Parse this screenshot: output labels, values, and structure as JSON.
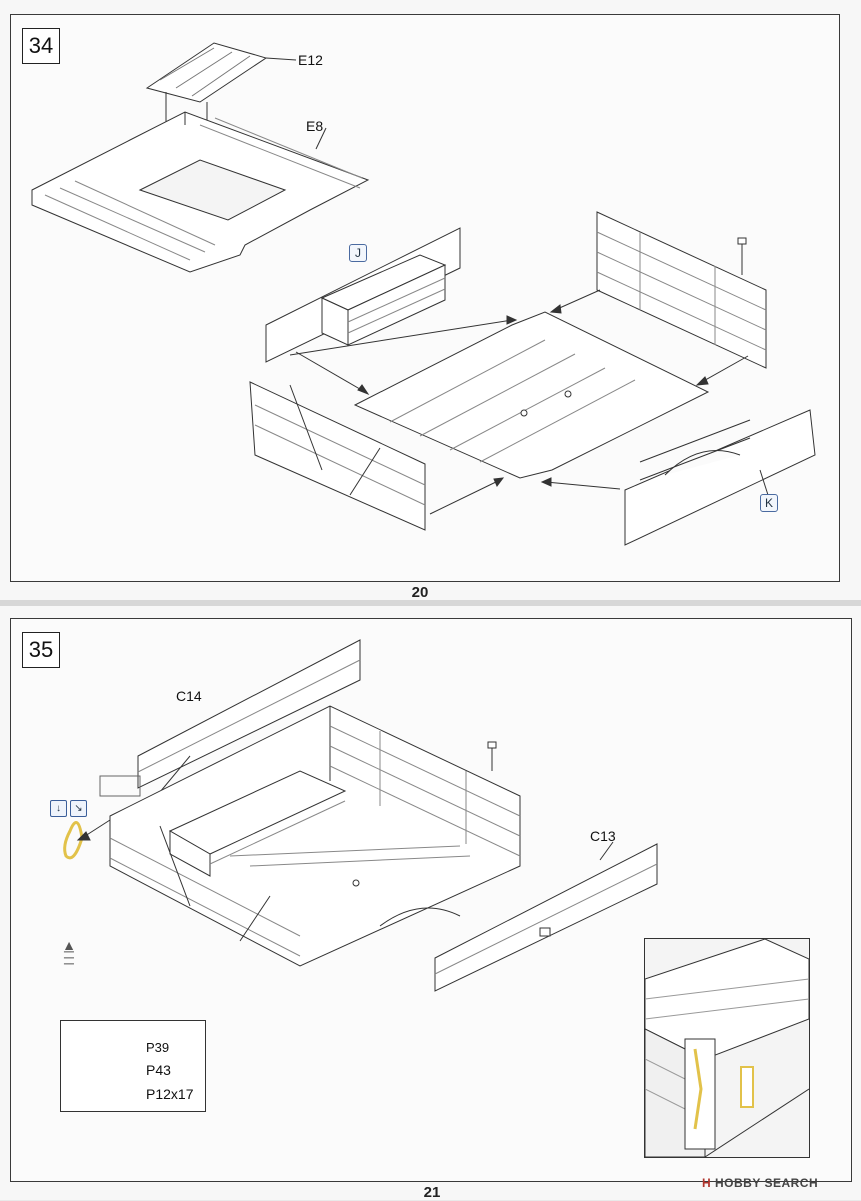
{
  "page_top": {
    "step": "34",
    "page_number": "20",
    "parts": {
      "e12": "E12",
      "e8": "E8",
      "j": "J",
      "k": "K"
    }
  },
  "page_bottom": {
    "step": "35",
    "page_number": "21",
    "parts": {
      "c14": "C14",
      "c13": "C13"
    },
    "legend": {
      "p39": "P39",
      "p43": "P43",
      "p12x17": "P12x17"
    }
  },
  "watermark": {
    "text": "HOBBY SEARCH",
    "logo_letter": "H"
  },
  "colors": {
    "line": "#333333",
    "etch": "#e2c24a",
    "tag_border": "#4a6aa0"
  },
  "icons": [
    "arrow-down-icon",
    "bend-icon",
    "stack-icon"
  ]
}
